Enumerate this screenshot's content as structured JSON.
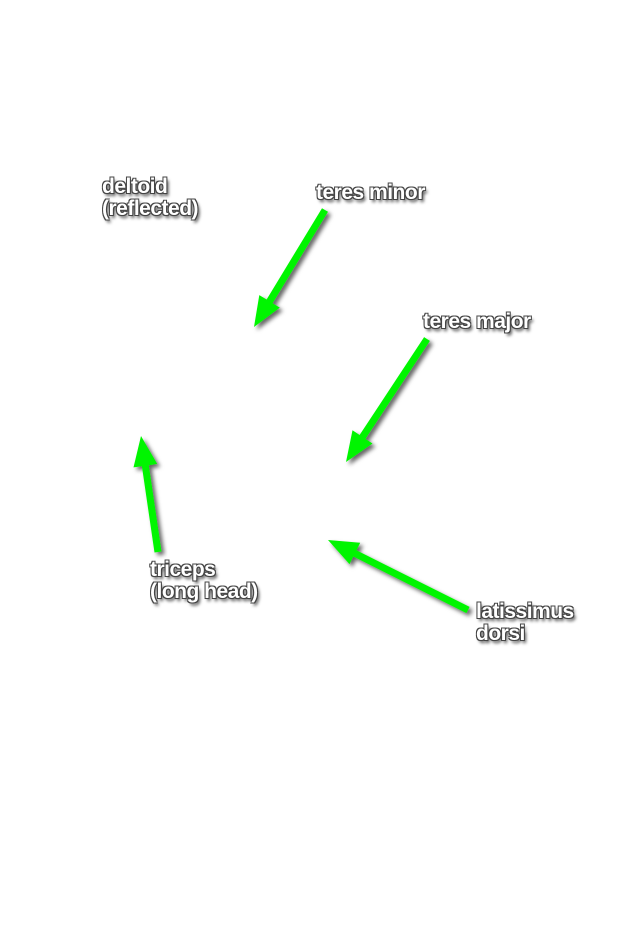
{
  "labels": {
    "deltoid": [
      "deltoid",
      "(reflected)"
    ],
    "teres_minor": [
      "teres minor"
    ],
    "teres_major": [
      "teres major"
    ],
    "triceps": [
      "triceps",
      "(long head)"
    ],
    "latissimus": [
      "latissimus",
      "dorsi"
    ]
  },
  "colors": {
    "arrow": "#00f500",
    "text": "#ffffff",
    "background": "#ffffff"
  }
}
